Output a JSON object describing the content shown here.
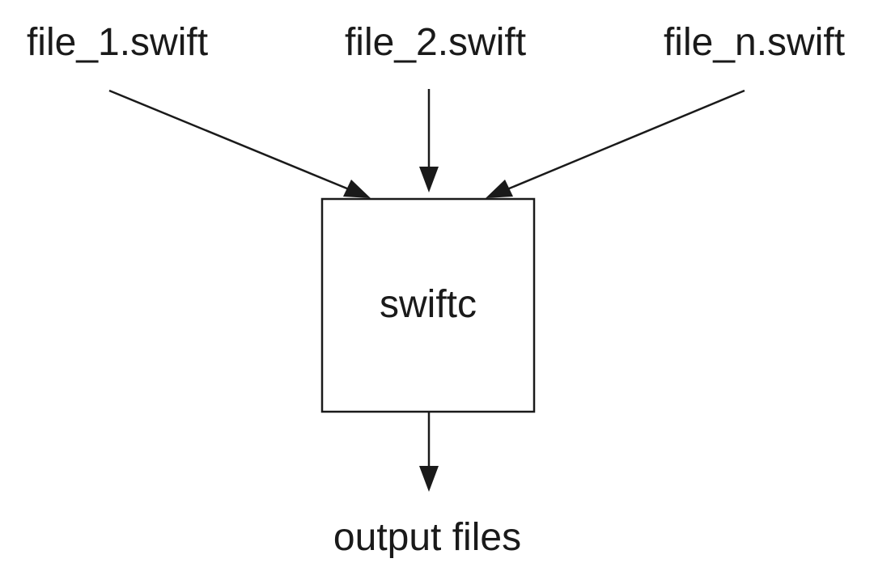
{
  "inputs": [
    "file_1.swift",
    "file_2.swift",
    "file_n.swift"
  ],
  "compiler": "swiftc",
  "output": "output files",
  "colors": {
    "stroke": "#1a1a1a",
    "text": "#1a1a1a",
    "background": "#ffffff"
  }
}
